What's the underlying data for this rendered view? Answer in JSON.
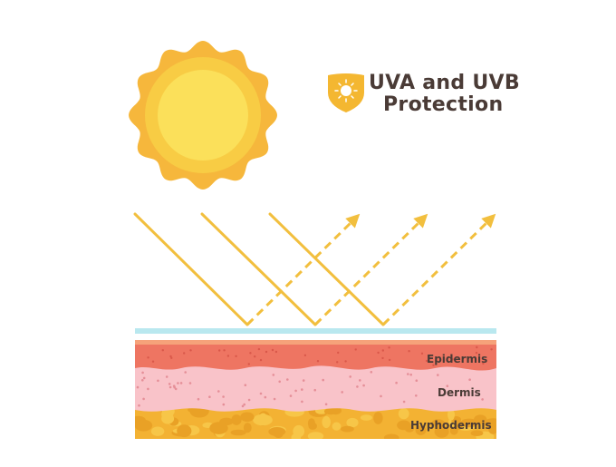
{
  "title": {
    "line1": "UVA and UVB",
    "line2": "Protection"
  },
  "layers": {
    "epidermis": "Epidermis",
    "dermis": "Dermis",
    "hypodermis": "Hyphodermis"
  },
  "icons": {
    "sun": "sun-icon",
    "shield": "shield-sun-icon"
  },
  "colors": {
    "sun_outer": "#f6b73c",
    "sun_mid": "#f8cc44",
    "sun_inner": "#fbe05a",
    "ray": "#f2bf3e",
    "protective_film": "#b9e8ef",
    "epidermis_top": "#f6a27a",
    "epidermis": "#ee7562",
    "dermis": "#f9c3c9",
    "hypodermis": "#f3b233",
    "text": "#4a3b36"
  }
}
